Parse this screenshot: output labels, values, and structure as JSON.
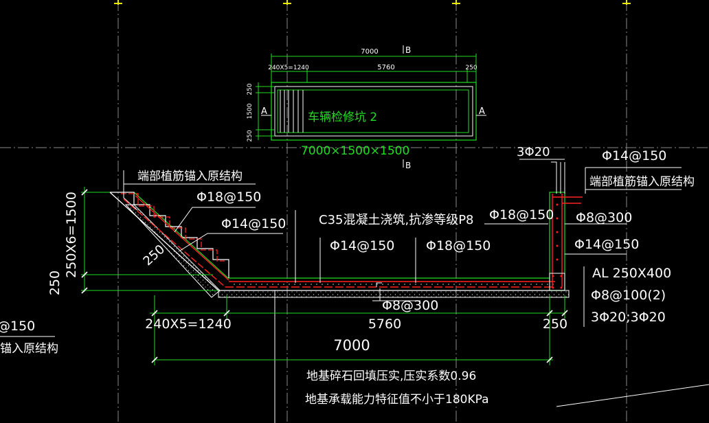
{
  "colors": {
    "background": "#000000",
    "lines": "#ffffff",
    "dims": "#22dd22",
    "rebar": "#ff2222",
    "grid": "#8a8a8a"
  },
  "plan": {
    "title": "车辆检修坑 2",
    "size": "7000×1500×1500",
    "total": "7000",
    "stairs": "240X5=1240",
    "middle": "5760",
    "end": "250",
    "left_top": "250",
    "left_mid": "1500",
    "left_bottom": "250",
    "section_left": "A",
    "section_right": "A",
    "cut_top": "B",
    "cut_bottom": "B"
  },
  "section": {
    "left_anchor_note": "端部植筋锚入原结构",
    "rebar_slope_1": "Φ18@150",
    "rebar_slope_2": "Φ14@150",
    "slope_thickness": "250",
    "height_stairs": "250X6=1500",
    "height_slab": "250",
    "concrete_note": "C35混凝土浇筑,抗渗等级P8",
    "bottom_top_1": "Φ14@150",
    "bottom_top_2": "Φ18@150",
    "bottom_dist": "Φ8@300",
    "wall_top_bars": "3Φ20",
    "wall_outer_bar": "Φ14@150",
    "right_anchor_note": "端部植筋锚入原结构",
    "wall_bar_1": "Φ18@150",
    "wall_bar_2": "Φ8@300",
    "wall_bar_3": "Φ14@150",
    "beam_name": "AL 250X400",
    "beam_stirrup": "Φ8@100(2)",
    "beam_bars": "3Φ20;3Φ20",
    "dim_stairs": "240X5=1240",
    "dim_middle": "5760",
    "dim_end": "250",
    "dim_total": "7000",
    "foundation_1": "地基碎石回填压实,压实系数0.96",
    "foundation_2": "地基承载能力特征值不小于180KPa"
  },
  "edge": {
    "left_bar": "@150",
    "left_note": "锚入原结构"
  }
}
